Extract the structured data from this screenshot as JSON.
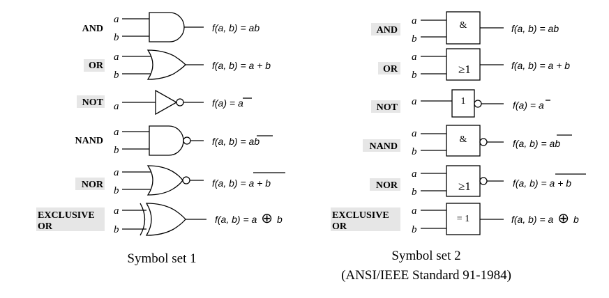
{
  "gates": [
    {
      "name": "AND",
      "inputs": [
        "a",
        "b"
      ],
      "formula_lhs": "f(a, b) = ",
      "formula_rhs": "ab",
      "overline": false,
      "ieee_symbol": "&",
      "ieee_negated": false
    },
    {
      "name": "OR",
      "inputs": [
        "a",
        "b"
      ],
      "formula_lhs": "f(a, b) = ",
      "formula_rhs": "a + b",
      "overline": false,
      "ieee_symbol": "≥1",
      "ieee_negated": false
    },
    {
      "name": "NOT",
      "inputs": [
        "a"
      ],
      "formula_lhs": "f(a) = ",
      "formula_rhs": "a",
      "overline": true,
      "ieee_symbol": "1",
      "ieee_negated": true
    },
    {
      "name": "NAND",
      "inputs": [
        "a",
        "b"
      ],
      "formula_lhs": "f(a, b) = ",
      "formula_rhs": "ab",
      "overline": true,
      "ieee_symbol": "&",
      "ieee_negated": true
    },
    {
      "name": "NOR",
      "inputs": [
        "a",
        "b"
      ],
      "formula_lhs": "f(a, b) = ",
      "formula_rhs": "a + b",
      "overline": true,
      "ieee_symbol": "≥1",
      "ieee_negated": true
    },
    {
      "name": "EXCLUSIVE OR",
      "name_lines": [
        "EXCLUSIVE",
        "OR"
      ],
      "inputs": [
        "a",
        "b"
      ],
      "formula_lhs": "f(a, b) = a ",
      "formula_op": "⊕",
      "formula_rhs": "b",
      "overline": false,
      "ieee_symbol": "= 1",
      "ieee_negated": false
    }
  ],
  "set1": {
    "title": "Symbol set 1"
  },
  "set2": {
    "title": "Symbol set 2",
    "subtitle": "(ANSI/IEEE Standard 91-1984)"
  }
}
